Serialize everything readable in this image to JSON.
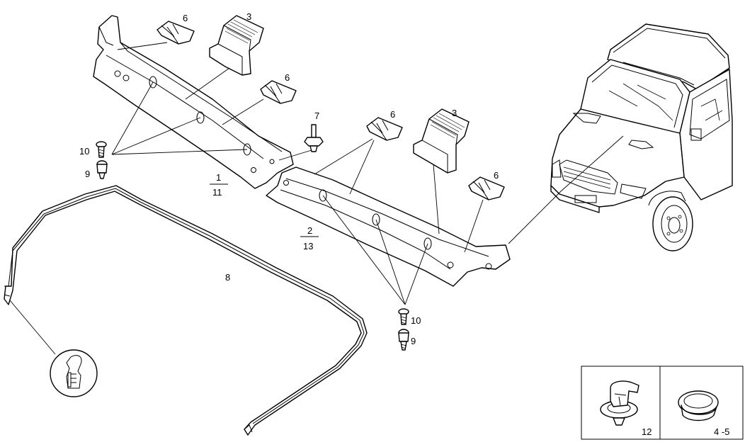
{
  "callouts": {
    "c6a": "6",
    "c3a": "3",
    "c6b": "6",
    "c7": "7",
    "c6c": "6",
    "c3b": "3",
    "c6d": "6",
    "c10a": "10",
    "c9a": "9",
    "c1": "1",
    "c11": "11",
    "c2": "2",
    "c13": "13",
    "c8": "8",
    "c10b": "10",
    "c9b": "9",
    "c12": "12",
    "c45": "4 -5"
  }
}
